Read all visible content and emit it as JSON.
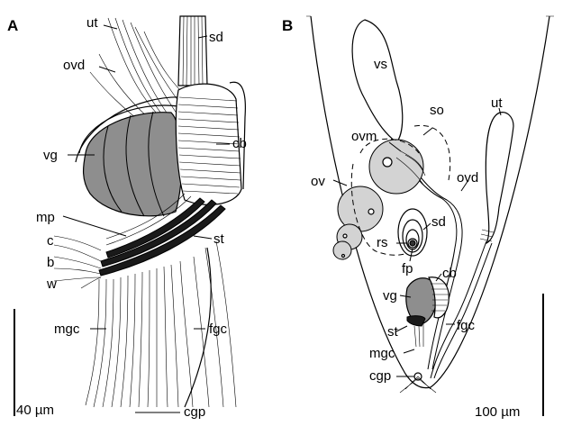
{
  "panels": [
    {
      "letter": "A",
      "labels": {
        "ut": "ut",
        "sd": "sd",
        "ovd": "ovd",
        "cb": "cb",
        "vg": "vg",
        "mp": "mp",
        "st": "st",
        "c": "c",
        "b": "b",
        "w": "w",
        "mgc": "mgc",
        "fgc": "fgc",
        "cgp": "cgp"
      },
      "scale_bar": "40 µm"
    },
    {
      "letter": "B",
      "labels": {
        "vs": "vs",
        "so": "so",
        "ut": "ut",
        "ovm": "ovm",
        "ov": "ov",
        "ovd": "ovd",
        "sd": "sd",
        "rs": "rs",
        "fp": "fp",
        "cb": "cb",
        "vg": "vg",
        "fgc": "fgc",
        "st": "st",
        "mgc": "mgc",
        "cgp": "cgp"
      },
      "scale_bar": "100 µm"
    }
  ]
}
